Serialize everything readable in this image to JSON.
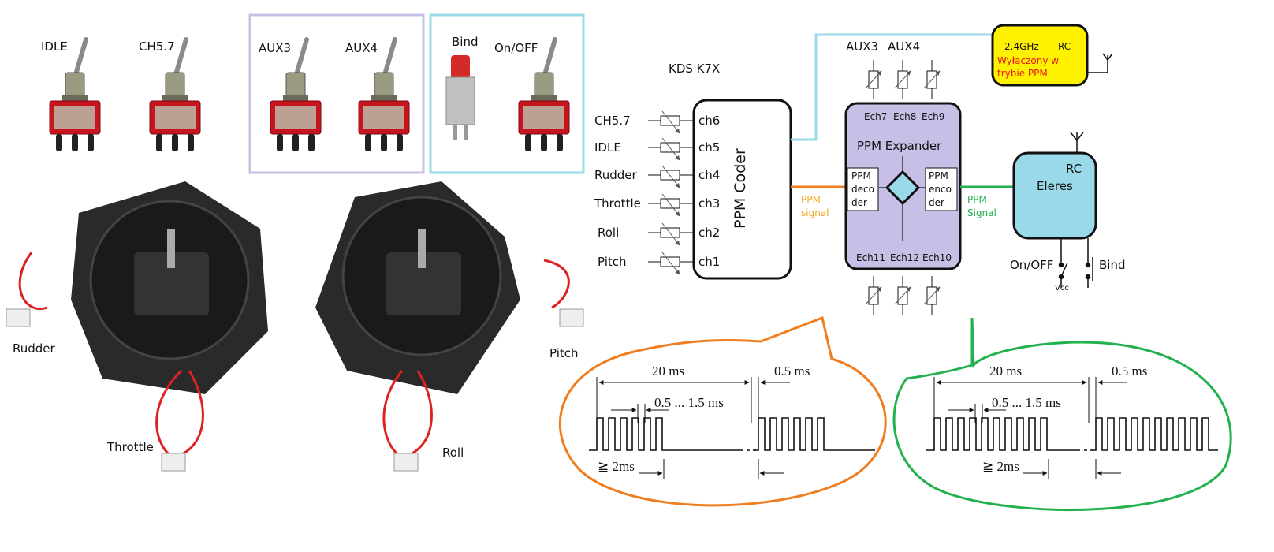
{
  "photos": {
    "switches": [
      {
        "label": "IDLE",
        "type": "toggle"
      },
      {
        "label": "CH5.7",
        "type": "toggle"
      },
      {
        "label": "AUX3",
        "type": "toggle"
      },
      {
        "label": "AUX4",
        "type": "toggle"
      },
      {
        "label": "Bind",
        "type": "pushbutton"
      },
      {
        "label": "On/OFF",
        "type": "toggle"
      }
    ],
    "gimbal_left": {
      "labels": [
        "Rudder",
        "Throttle"
      ]
    },
    "gimbal_right": {
      "labels": [
        "Roll",
        "Pitch"
      ]
    }
  },
  "coder": {
    "title": "KDS K7X",
    "name": "PPM Coder",
    "inputs": [
      {
        "label": "CH5.7",
        "channel": "ch6"
      },
      {
        "label": "IDLE",
        "channel": "ch5"
      },
      {
        "label": "Rudder",
        "channel": "ch4"
      },
      {
        "label": "Throttle",
        "channel": "ch3"
      },
      {
        "label": "Roll",
        "channel": "ch2"
      },
      {
        "label": "Pitch",
        "channel": "ch1"
      }
    ],
    "signal_label_1": "PPM",
    "signal_label_2": "signal"
  },
  "expander": {
    "title": "PPM Expander",
    "top_inputs": [
      "AUX3",
      "AUX4"
    ],
    "top_channels": [
      "Ech7",
      "Ech8",
      "Ech9"
    ],
    "bottom_channels": [
      "Ech11",
      "Ech12",
      "Ech10"
    ],
    "decoder": [
      "PPM",
      "deco",
      "der"
    ],
    "encoder": [
      "PPM",
      "enco",
      "der"
    ],
    "signal_label_1": "PPM",
    "signal_label_2": "Signal"
  },
  "rc_24": {
    "freq": "2.4GHz",
    "name": "RC",
    "note_1": "Wyłączony w",
    "note_2": "trybie PPM"
  },
  "rc_eleres": {
    "name_1": "RC",
    "name_2": "Eleres",
    "switch_on_off": "On/OFF",
    "switch_bind": "Bind",
    "vcc": "Vcc"
  },
  "timing": {
    "frame": "20 ms",
    "sync": "0.5 ms",
    "pulse": "0.5 ... 1.5 ms",
    "gap": "≧ 2ms",
    "left_pulses": 6,
    "right_pulses": 10
  },
  "colors": {
    "coder_link": "#f07d1e",
    "expander_link": "#22b14c",
    "rc24_link": "#99d9ea",
    "expander_fill": "#c8bfe7",
    "eleres_fill": "#99d9ea",
    "rc24_fill": "#fff200",
    "aux_box": "#c8bfe7",
    "bind_box": "#99d9ea",
    "note_text": "#e8151d"
  }
}
